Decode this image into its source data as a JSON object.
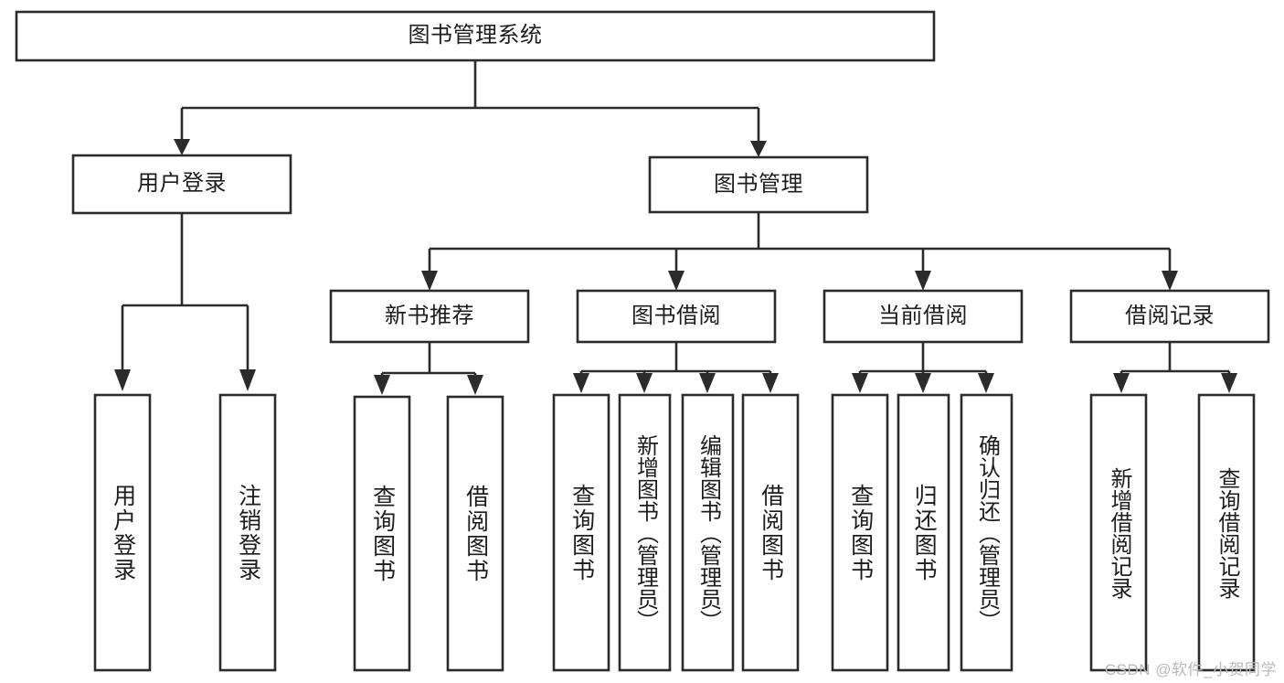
{
  "diagram": {
    "title": "图书管理系统",
    "type": "tree-hierarchy",
    "watermark": "CSDN @软件_小贺同学",
    "colors": {
      "stroke": "#2b2b2b",
      "fill": "#ffffff",
      "text": "#1d1d1d",
      "watermark": "#b9b9b9"
    },
    "nodes": {
      "root": {
        "label": "图书管理系统"
      },
      "level2": [
        {
          "id": "user-login",
          "label": "用户登录"
        },
        {
          "id": "book-management",
          "label": "图书管理"
        }
      ],
      "level3": [
        {
          "id": "new-book-recommend",
          "label": "新书推荐"
        },
        {
          "id": "book-borrow",
          "label": "图书借阅"
        },
        {
          "id": "current-borrow",
          "label": "当前借阅"
        },
        {
          "id": "borrow-record",
          "label": "借阅记录"
        }
      ],
      "leaves": {
        "user-login": [
          {
            "id": "leaf-user-login",
            "label": "用户登录"
          },
          {
            "id": "leaf-logout-login",
            "label": "注销登录"
          }
        ],
        "new-book-recommend": [
          {
            "id": "leaf-query-book-1",
            "label": "查询图书"
          },
          {
            "id": "leaf-borrow-book-1",
            "label": "借阅图书"
          }
        ],
        "book-borrow": [
          {
            "id": "leaf-query-book-2",
            "label": "查询图书"
          },
          {
            "id": "leaf-add-book-admin",
            "label": "新增图书（管理员）"
          },
          {
            "id": "leaf-edit-book-admin",
            "label": "编辑图书（管理员）"
          },
          {
            "id": "leaf-borrow-book-2",
            "label": "借阅图书"
          }
        ],
        "current-borrow": [
          {
            "id": "leaf-query-book-3",
            "label": "查询图书"
          },
          {
            "id": "leaf-return-book",
            "label": "归还图书"
          },
          {
            "id": "leaf-confirm-return-admin",
            "label": "确认归还（管理员）"
          }
        ],
        "borrow-record": [
          {
            "id": "leaf-add-borrow-record",
            "label": "新增借阅记录"
          },
          {
            "id": "leaf-query-borrow-record",
            "label": "查询借阅记录"
          }
        ]
      }
    }
  }
}
